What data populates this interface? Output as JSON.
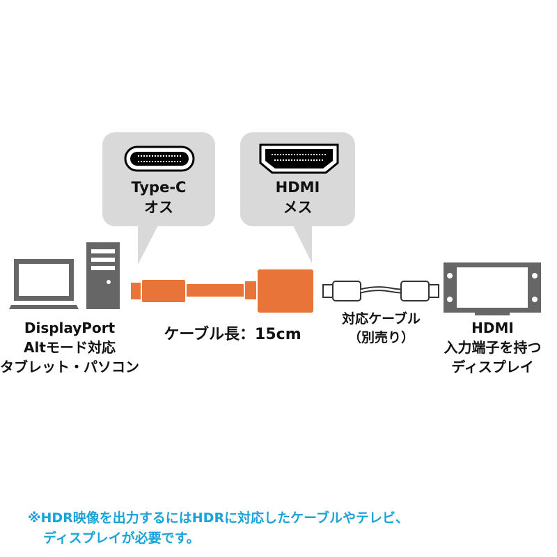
{
  "connectors": {
    "typec": {
      "line1": "Type-C",
      "line2": "オス"
    },
    "hdmi": {
      "line1": "HDMI",
      "line2": "メス"
    }
  },
  "adapter": {
    "cable_length": "ケーブル長：15cm"
  },
  "source": {
    "line1": "DisplayPort",
    "line2": "Altモード対応",
    "line3": "タブレット・パソコン"
  },
  "cable": {
    "line1": "対応ケーブル",
    "line2": "（別売り）"
  },
  "display": {
    "line1": "HDMI",
    "line2": "入力端子を持つ",
    "line3": "ディスプレイ"
  },
  "note": {
    "line1": "※HDR映像を出力するにはHDRに対応したケーブルやテレビ、",
    "line2": "ディスプレイが必要です。"
  },
  "colors": {
    "orange": "#e8743a",
    "gray": "#666666",
    "bubble": "#d9d9d9",
    "note": "#1aa3d8"
  }
}
